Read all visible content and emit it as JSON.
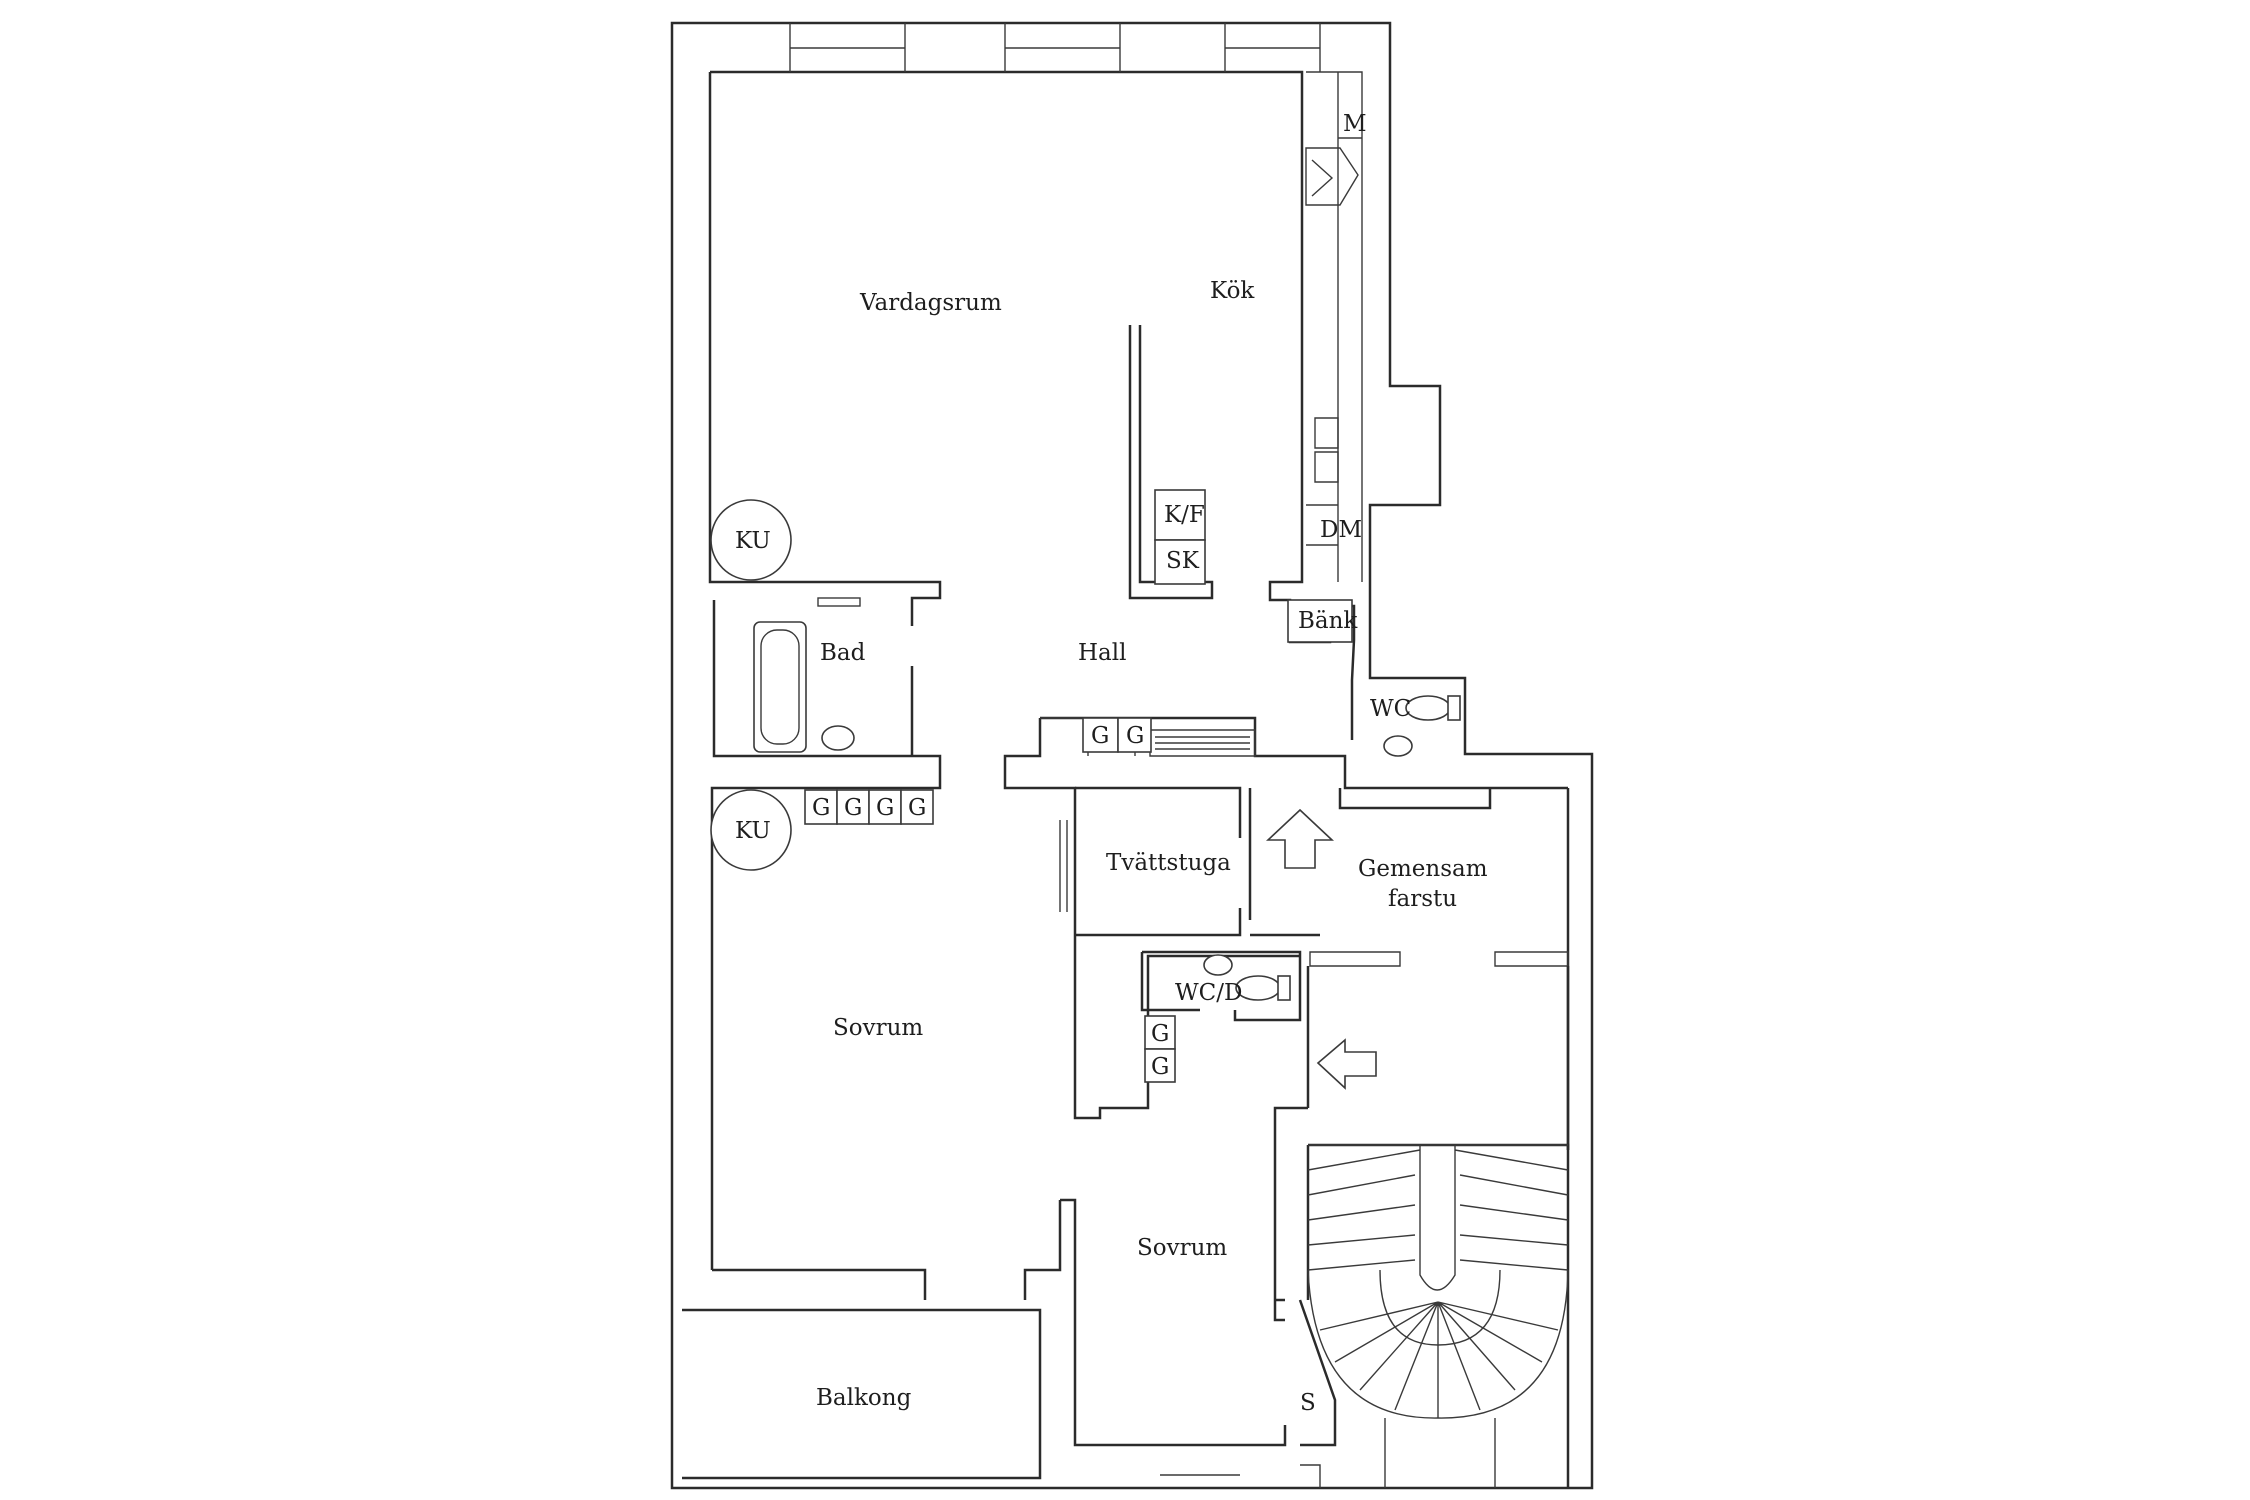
{
  "rooms": {
    "vardagsrum": "Vardagsrum",
    "kok": "Kök",
    "hall": "Hall",
    "bad": "Bad",
    "tvattstuga": "Tvättstuga",
    "gemensam_line1": "Gemensam",
    "gemensam_line2": "farstu",
    "sovrum_large": "Sovrum",
    "sovrum_small": "Sovrum",
    "balkong": "Balkong"
  },
  "fixtures": {
    "ku_top": "KU",
    "ku_bottom": "KU",
    "microwave": "M",
    "fridge_freezer": "K/F",
    "cabinet": "SK",
    "dishwasher": "DM",
    "bench": "Bänk",
    "wc_small": "WC",
    "wc_d": "WC/D",
    "storage": "S",
    "g": "G"
  }
}
